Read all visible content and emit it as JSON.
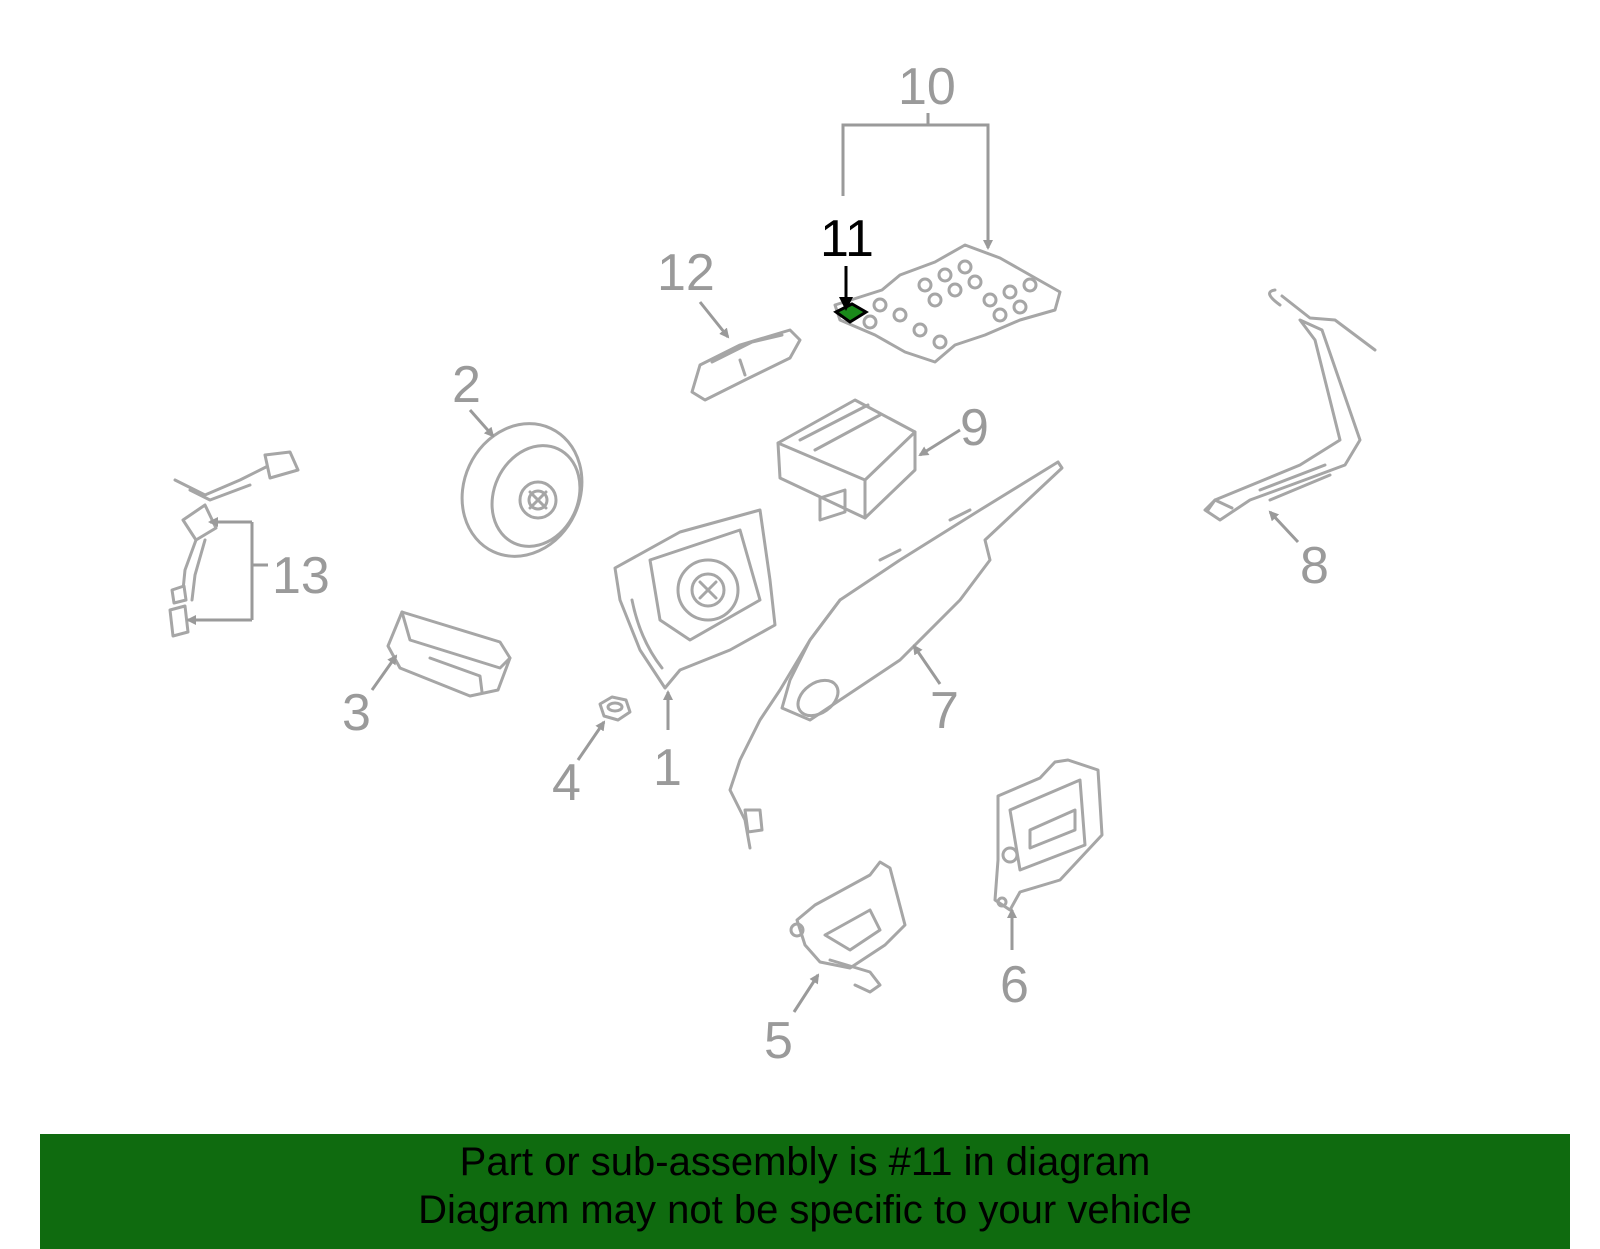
{
  "callouts": {
    "c1": "1",
    "c2": "2",
    "c3": "3",
    "c4": "4",
    "c5": "5",
    "c6": "6",
    "c7": "7",
    "c8": "8",
    "c9": "9",
    "c10": "10",
    "c11": "11",
    "c12": "12",
    "c13": "13"
  },
  "highlight": {
    "part": "11",
    "color": "#1a8a1a"
  },
  "banner": {
    "line1": "Part or sub-assembly is #11 in diagram",
    "line2": "Diagram may not be specific to your vehicle",
    "background": "#0f6b0f"
  }
}
